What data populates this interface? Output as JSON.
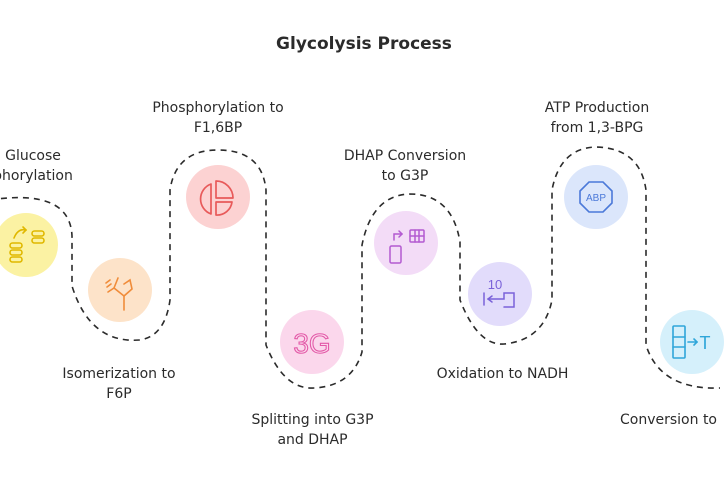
{
  "title": "Glycolysis Process",
  "steps": [
    {
      "label_lines": [
        "Glucose",
        "phorylation"
      ],
      "icon": "transfer-stacks-icon",
      "color": "#fbf2a3",
      "stroke": "#e0b800"
    },
    {
      "label_lines": [
        "Isomerization to",
        "F6P"
      ],
      "icon": "molecule-shift-icon",
      "color": "#fde3c9",
      "stroke": "#f08c3a"
    },
    {
      "label_lines": [
        "Phosphorylation to",
        "F1,6BP"
      ],
      "icon": "pie-split-icon",
      "color": "#fcd2d2",
      "stroke": "#e85a5a"
    },
    {
      "label_lines": [
        "Splitting into G3P",
        "and DHAP"
      ],
      "icon": "3g-text-icon",
      "icon_text": "3G",
      "color": "#fbd7ec",
      "stroke": "#e35aa8"
    },
    {
      "label_lines": [
        "DHAP Conversion",
        "to G3P"
      ],
      "icon": "convert-table-icon",
      "color": "#f3dcf7",
      "stroke": "#b35ad1"
    },
    {
      "label_lines": [
        "Oxidation to NADH"
      ],
      "icon": "oxidation-arrow-icon",
      "icon_text": "10",
      "color": "#e2dcfb",
      "stroke": "#7a62d9"
    },
    {
      "label_lines": [
        "ATP Production",
        "from 1,3-BPG"
      ],
      "icon": "abp-octagon-icon",
      "icon_text": "ABP",
      "color": "#dbe6fb",
      "stroke": "#4b79d9"
    },
    {
      "label_lines": [
        "Conversion to"
      ],
      "icon": "convert-column-icon",
      "icon_text": "T",
      "color": "#d5f0fb",
      "stroke": "#2fa6d9"
    }
  ]
}
